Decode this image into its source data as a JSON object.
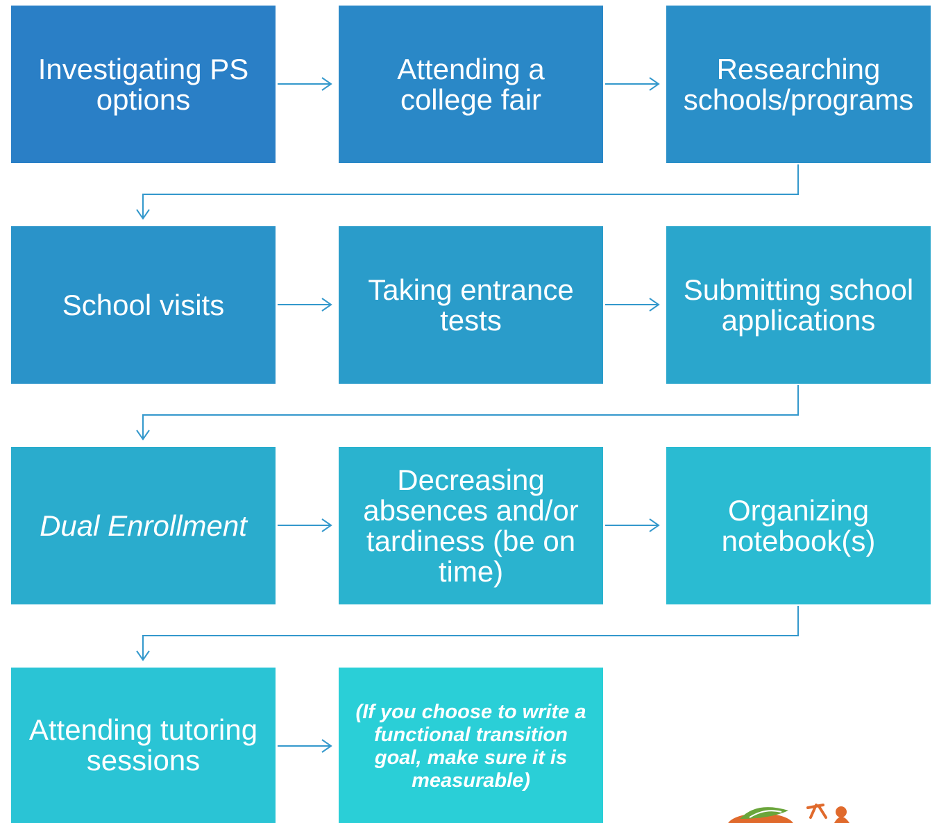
{
  "flow": {
    "steps": [
      {
        "label": "Investigating PS options",
        "color": "#2a7fc6"
      },
      {
        "label": "Attending a college fair",
        "color": "#2a88c7"
      },
      {
        "label": "Researching schools/programs",
        "color": "#2a8fc8"
      },
      {
        "label": "School visits",
        "color": "#2a93c9"
      },
      {
        "label": "Taking entrance tests",
        "color": "#2a9cca"
      },
      {
        "label": "Submitting school applications",
        "color": "#2aa6cc"
      },
      {
        "label": "Dual Enrollment",
        "color": "#2aaccd",
        "italic": true
      },
      {
        "label": "Decreasing absences and/or tardiness (be on time)",
        "color": "#2ab3cf"
      },
      {
        "label": "Organizing notebook(s)",
        "color": "#2abbd2"
      },
      {
        "label": "Attending tutoring sessions",
        "color": "#2ac4d5"
      },
      {
        "label": "(If you choose to write a functional transition goal, make sure it is measurable)",
        "color": "#2acfd7",
        "note": true
      }
    ]
  },
  "colors": {
    "connector": "#3398cc"
  },
  "icons": {
    "logo": "fruit-logo-icon"
  }
}
